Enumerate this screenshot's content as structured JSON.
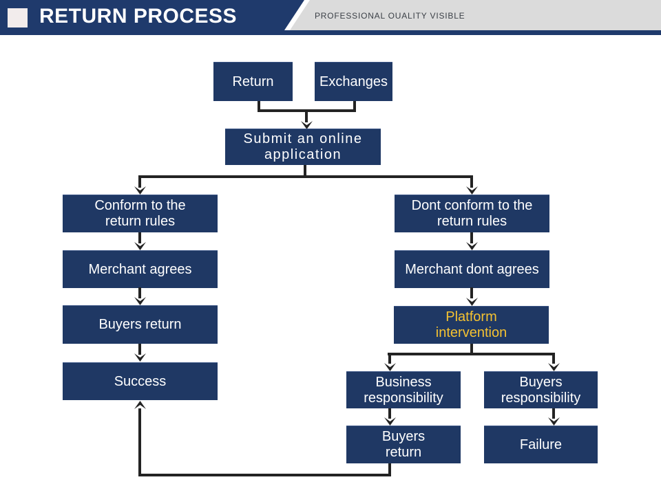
{
  "header": {
    "title": "RETURN PROCESS",
    "tagline": "PROFESSIONAL OUALITY VISIBLE"
  },
  "colors": {
    "header_navy": "#1f3a6c",
    "box_navy": "#1f3864",
    "accent_yellow": "#f5c231",
    "connector_black": "#232323",
    "header_gray": "#dbdbdb",
    "marker_white": "#f2ecec",
    "text_white": "#ffffff"
  },
  "flowchart": {
    "nodes": {
      "return": {
        "line1": "Return"
      },
      "exchanges": {
        "line1": "Exchanges"
      },
      "submit": {
        "line1": "Submit an online",
        "line2": "application"
      },
      "conform": {
        "line1": "Conform to the",
        "line2": "return rules"
      },
      "merchant_agrees": {
        "line1": "Merchant agrees"
      },
      "buyers_return": {
        "line1": "Buyers return"
      },
      "success": {
        "line1": "Success"
      },
      "dont_conform": {
        "line1": "Dont conform to the",
        "line2": "return rules"
      },
      "merchant_dont_agrees": {
        "line1": "Merchant dont agrees"
      },
      "platform_intervention": {
        "line1": "Platform",
        "line2": "intervention"
      },
      "business_responsibility": {
        "line1": "Business",
        "line2": "responsibility"
      },
      "buyers_responsibility": {
        "line1": "Buyers",
        "line2": "responsibility"
      },
      "buyers_return_final": {
        "line1": "Buyers",
        "line2": "return"
      },
      "failure": {
        "line1": "Failure"
      }
    }
  }
}
